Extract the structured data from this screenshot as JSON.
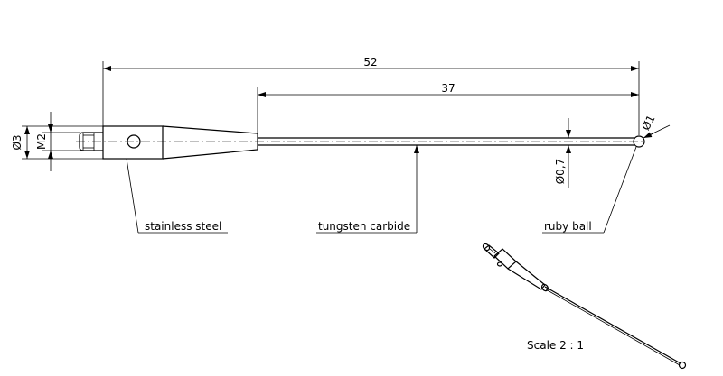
{
  "dimensions": {
    "overall_length": "52",
    "stem_length": "37",
    "diameter_body": "Ø3",
    "thread": "M2",
    "stem_diameter": "Ø0,7",
    "ball_diameter": "Ø1"
  },
  "labels": {
    "body_material": "stainless steel",
    "stem_material": "tungsten carbide",
    "tip": "ruby ball"
  },
  "scale": "Scale 2 : 1"
}
